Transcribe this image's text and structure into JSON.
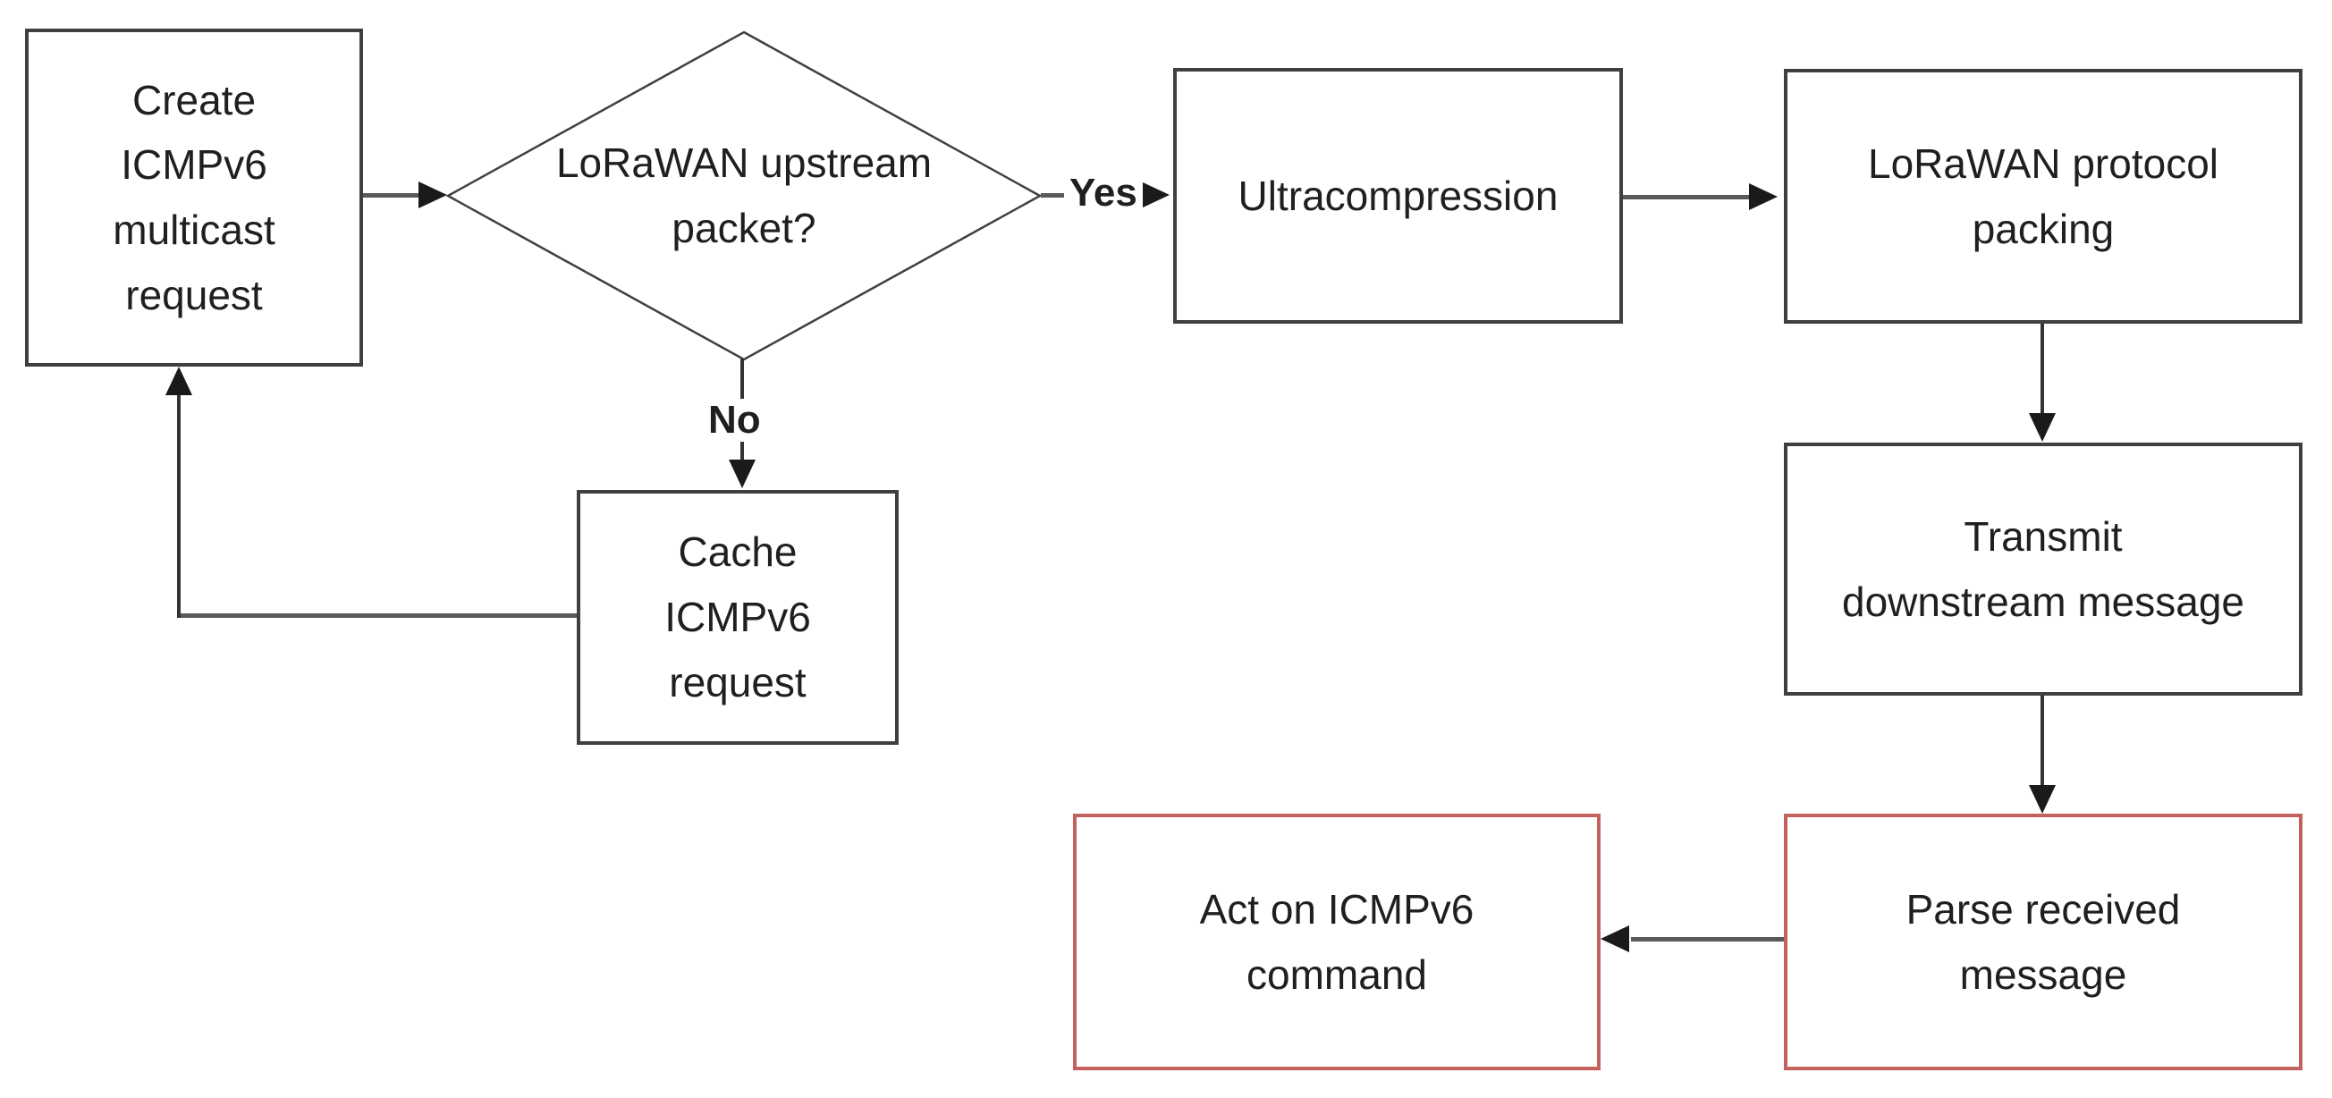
{
  "diagram": {
    "type": "flowchart",
    "nodes": {
      "create": {
        "label": "Create\nICMPv6\nmulticast\nrequest",
        "shape": "rectangle",
        "border_color": "#3f3f3f"
      },
      "decision": {
        "label": "LoRaWAN upstream\npacket?",
        "shape": "diamond",
        "border_color": "#3f3f3f"
      },
      "ultracompression": {
        "label": "Ultracompression",
        "shape": "rectangle",
        "border_color": "#3f3f3f"
      },
      "packing": {
        "label": "LoRaWAN protocol\npacking",
        "shape": "rectangle",
        "border_color": "#3f3f3f"
      },
      "transmit": {
        "label": "Transmit\ndownstream message",
        "shape": "rectangle",
        "border_color": "#3f3f3f"
      },
      "parse": {
        "label": "Parse received\nmessage",
        "shape": "rectangle",
        "border_color": "#c4615c"
      },
      "act": {
        "label": "Act on ICMPv6\ncommand",
        "shape": "rectangle",
        "border_color": "#c4615c"
      },
      "cache": {
        "label": "Cache\nICMPv6\nrequest",
        "shape": "rectangle",
        "border_color": "#3f3f3f"
      }
    },
    "edges": [
      {
        "from": "create",
        "to": "decision",
        "label": ""
      },
      {
        "from": "decision",
        "to": "ultracompression",
        "label": "Yes"
      },
      {
        "from": "decision",
        "to": "cache",
        "label": "No"
      },
      {
        "from": "ultracompression",
        "to": "packing",
        "label": ""
      },
      {
        "from": "packing",
        "to": "transmit",
        "label": ""
      },
      {
        "from": "transmit",
        "to": "parse",
        "label": ""
      },
      {
        "from": "parse",
        "to": "act",
        "label": ""
      },
      {
        "from": "cache",
        "to": "create",
        "label": ""
      }
    ],
    "edge_labels": {
      "yes": "Yes",
      "no": "No"
    },
    "colors": {
      "background": "#ffffff",
      "box_border": "#3f3f3f",
      "red_border": "#c4615c",
      "connector": "#595959",
      "arrowhead": "#1a1a1a",
      "text": "#1f1f1f"
    }
  }
}
